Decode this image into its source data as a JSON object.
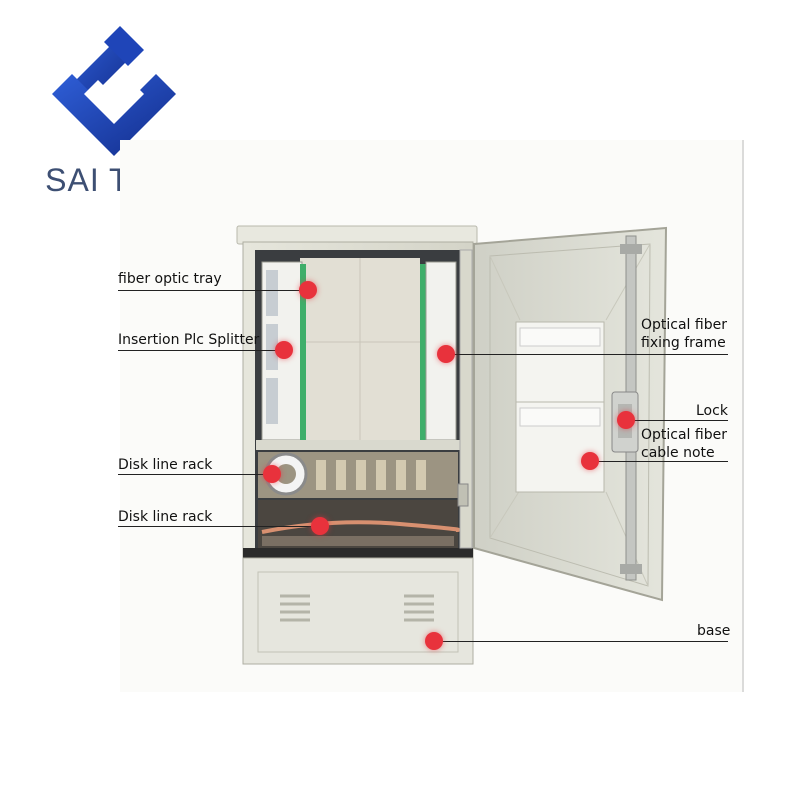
{
  "brand": {
    "name": "SAI TONG",
    "logo_icon": "sai-tong-logo-icon",
    "logo_color": "#1e3fa6",
    "text_color": "#3d4f73"
  },
  "accent_color": "#e8323c",
  "callouts": {
    "fiber_optic_tray": "fiber optic tray",
    "insertion_plc_splitter": "Insertion Plc Splitter",
    "disk_line_rack_1": "Disk line rack",
    "disk_line_rack_2": "Disk line rack",
    "optical_fiber_fixing_frame": [
      "Optical fiber",
      "fixing frame"
    ],
    "lock": "Lock",
    "optical_fiber_cable_note": [
      "Optical fiber",
      "cable note"
    ],
    "base": "base"
  }
}
